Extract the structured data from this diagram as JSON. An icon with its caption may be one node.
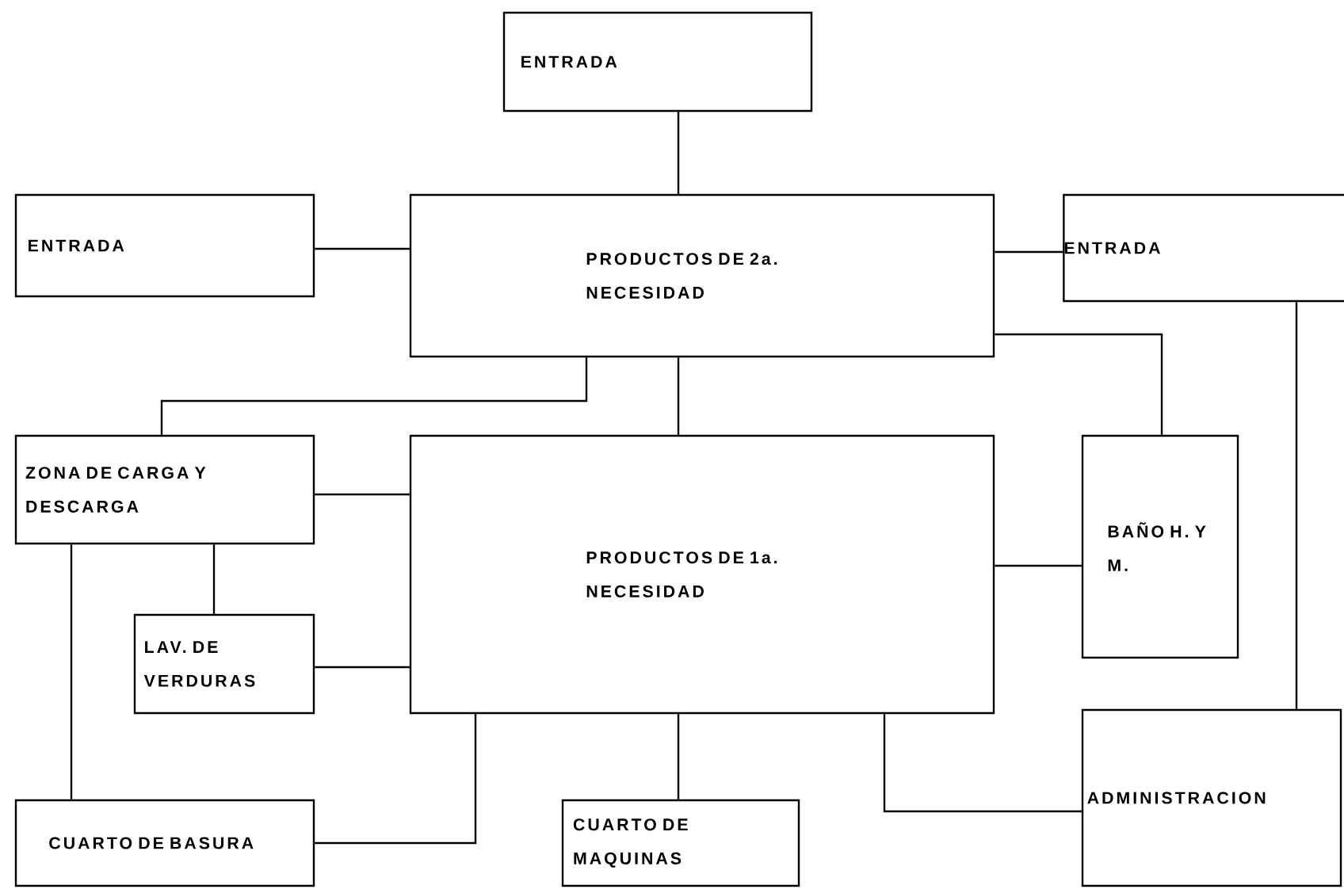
{
  "diagram": {
    "nodes": [
      {
        "text": [
          "ENTRADA"
        ]
      },
      {
        "text": [
          "ENTRADA"
        ]
      },
      {
        "text": [
          "PRODUCTOS DE 2a. NECESIDAD"
        ]
      },
      {
        "text": [
          "ENTRADA"
        ]
      },
      {
        "text": [
          "ZONA DE CARGA Y DESCARGA"
        ]
      },
      {
        "text": [
          "PRODUCTOS DE 1a. NECESIDAD"
        ]
      },
      {
        "text": [
          "BAÑO H. Y M."
        ]
      },
      {
        "text": [
          "LAV. DE VERDURAS"
        ]
      },
      {
        "text": [
          "CUARTO DE BASURA"
        ]
      },
      {
        "text": [
          "CUARTO DE MAQUINAS"
        ]
      },
      {
        "text": [
          "ADMINISTRACION"
        ]
      }
    ],
    "edges": [
      {
        "from": 0,
        "to": 2,
        "arrow": "none"
      },
      {
        "from": 1,
        "to": 2,
        "arrow": "none"
      },
      {
        "from": 2,
        "to": 3,
        "arrow": "none"
      },
      {
        "from": 2,
        "to": 4,
        "arrow": "none"
      },
      {
        "from": 2,
        "to": 5,
        "arrow": "none"
      },
      {
        "from": 2,
        "to": 6,
        "arrow": "none"
      },
      {
        "from": 3,
        "to": 10,
        "arrow": "none"
      },
      {
        "from": 4,
        "to": 5,
        "arrow": "none"
      },
      {
        "from": 4,
        "to": 7,
        "arrow": "none"
      },
      {
        "from": 4,
        "to": 8,
        "arrow": "none"
      },
      {
        "from": 7,
        "to": 5,
        "arrow": "none"
      },
      {
        "from": 5,
        "to": 6,
        "arrow": "none"
      },
      {
        "from": 5,
        "to": 8,
        "arrow": "none"
      },
      {
        "from": 5,
        "to": 9,
        "arrow": "none"
      },
      {
        "from": 5,
        "to": 10,
        "arrow": "none"
      }
    ]
  }
}
